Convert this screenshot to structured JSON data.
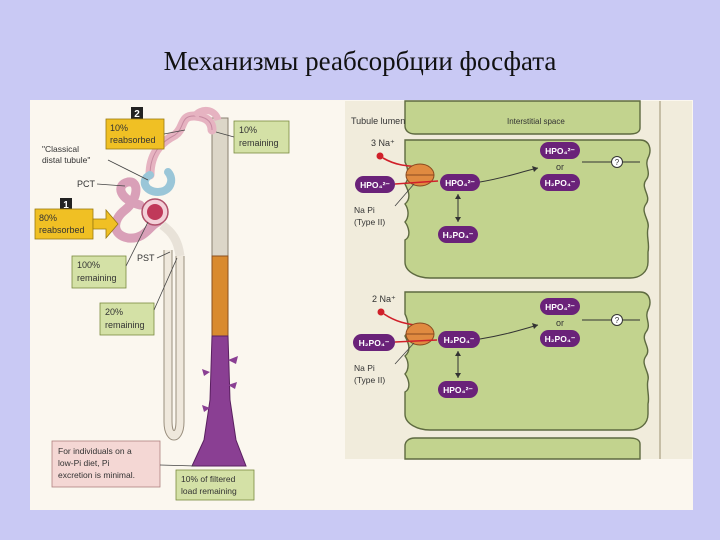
{
  "title": "Механизмы реабсорбции фосфата",
  "nephron": {
    "step2_num": "2",
    "step2_line1": "10%",
    "step2_line2": "reabsorbed",
    "step1_num": "1",
    "step1_line1": "80%",
    "step1_line2": "reabsorbed",
    "remaining10_line1": "10%",
    "remaining10_line2": "remaining",
    "classical_line1": "\"Classical",
    "classical_line2": "distal tubule\"",
    "pct": "PCT",
    "pst": "PST",
    "remaining100_line1": "100%",
    "remaining100_line2": "remaining",
    "remaining20_line1": "20%",
    "remaining20_line2": "remaining",
    "note_line1": "For individuals on a",
    "note_line2": "low-Pi diet, Pi",
    "note_line3": "excretion is minimal.",
    "filtered_line1": "10% of filtered",
    "filtered_line2": "load remaining"
  },
  "transport": {
    "tubule_lumen": "Tubule lumen",
    "interstitial": "Interstitial space",
    "top_na": "3 Na⁺",
    "top_lumen_ion": "HPO₄²⁻",
    "top_cell_ion": "HPO₄²⁻",
    "top_cell_ion2": "H₂PO₄⁻",
    "top_out_ion1": "HPO₄²⁻",
    "top_or": "or",
    "top_out_ion2": "H₂PO₄⁻",
    "top_transporter_line1": "Na Pi",
    "top_transporter_line2": "(Type II)",
    "bottom_na": "2 Na⁺",
    "bottom_lumen_ion": "H₂PO₄⁻",
    "bottom_cell_ion": "H₂PO₄⁻",
    "bottom_cell_ion2": "HPO₄²⁻",
    "bottom_out_ion1": "HPO₄²⁻",
    "bottom_or": "or",
    "bottom_out_ion2": "H₂PO₄⁻",
    "bottom_transporter_line1": "Na Pi",
    "bottom_transporter_line2": "(Type II)",
    "unknown": "?"
  },
  "colors": {
    "background": "#c9c9f4",
    "cell_green": "#c2d38e",
    "ion_purple": "#6a2279",
    "label_yellow": "#f0c024",
    "label_green": "#d4e1a6",
    "tubule_purple": "#8a3f93",
    "tubule_orange": "#d98a2f",
    "note_pink": "#f4d7d4"
  }
}
